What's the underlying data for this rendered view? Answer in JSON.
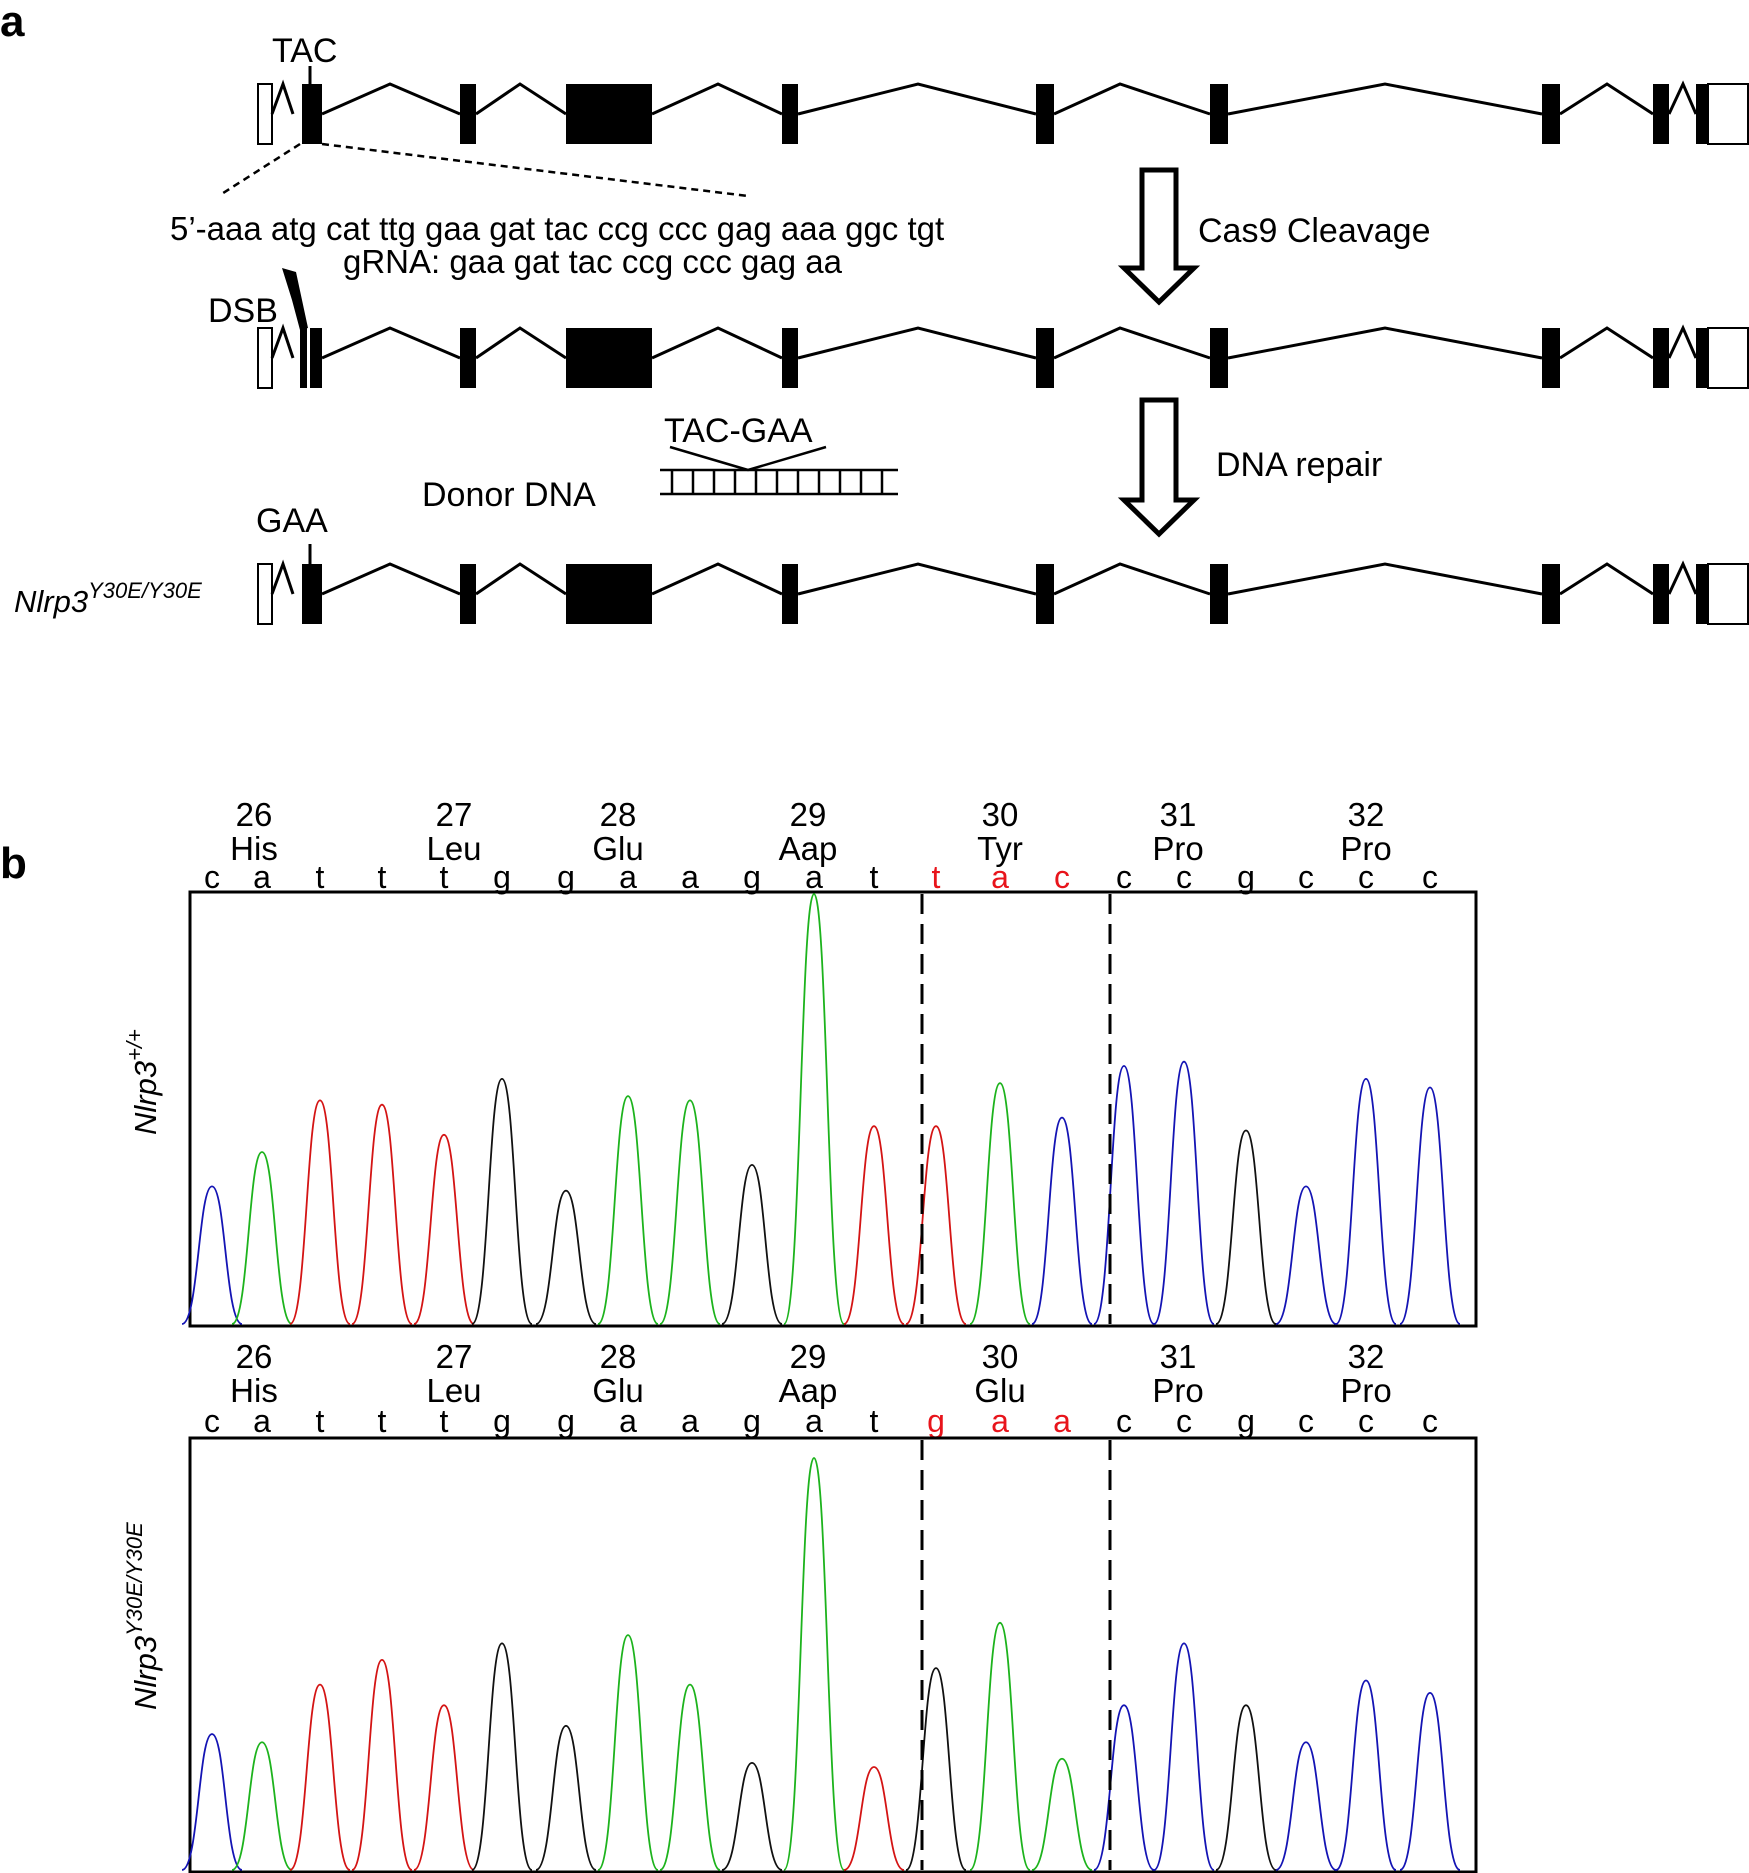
{
  "panel_a": {
    "letter": "a",
    "tac_label": "TAC",
    "sequence": "5’-aaa atg cat ttg gaa gat tac ccg ccc gag aaa ggc tgt",
    "grna": "gRNA: gaa gat tac ccg ccc gag aa",
    "dsb_label": "DSB",
    "cas9_label": "Cas9 Cleavage",
    "donor_label": "Donor DNA",
    "tac_gaa_label": "TAC-GAA",
    "repair_label": "DNA repair",
    "gaa_label": "GAA",
    "mutant_gene": "Nlrp3",
    "mutant_sup": "Y30E/Y30E"
  },
  "panel_b": {
    "letter": "b",
    "top": {
      "gene": "Nlrp3",
      "sup": "+/+",
      "codon_numbers": [
        "26",
        "27",
        "28",
        "29",
        "30",
        "31",
        "32"
      ],
      "codon_aas": [
        "His",
        "Leu",
        "Glu",
        "Aap",
        "Tyr",
        "Pro",
        "Pro"
      ],
      "bases": [
        "c",
        "a",
        "t",
        "t",
        "t",
        "g",
        "g",
        "a",
        "a",
        "g",
        "a",
        "t",
        "t",
        "a",
        "c",
        "c",
        "c",
        "g",
        "c",
        "c",
        "c"
      ],
      "highlight_color": "#e8141b"
    },
    "bottom": {
      "gene": "Nlrp3",
      "sup": "Y30E/Y30E",
      "codon_numbers": [
        "26",
        "27",
        "28",
        "29",
        "30",
        "31",
        "32"
      ],
      "codon_aas": [
        "His",
        "Leu",
        "Glu",
        "Aap",
        "Glu",
        "Pro",
        "Pro"
      ],
      "bases": [
        "c",
        "a",
        "t",
        "t",
        "t",
        "g",
        "g",
        "a",
        "a",
        "g",
        "a",
        "t",
        "g",
        "a",
        "a",
        "c",
        "c",
        "g",
        "c",
        "c",
        "c"
      ],
      "highlight_color": "#e8141b"
    },
    "trace_colors": {
      "a": "#1db31d",
      "c": "#1414b4",
      "g": "#111111",
      "t": "#d41414"
    },
    "top_peak_heights": [
      0.32,
      0.4,
      0.52,
      0.51,
      0.44,
      0.57,
      0.31,
      0.53,
      0.52,
      0.37,
      1.0,
      0.46,
      0.46,
      0.56,
      0.48,
      0.6,
      0.61,
      0.45,
      0.32,
      0.57,
      0.55
    ],
    "bottom_peak_heights": [
      0.33,
      0.31,
      0.45,
      0.51,
      0.4,
      0.55,
      0.35,
      0.57,
      0.45,
      0.26,
      1.0,
      0.25,
      0.49,
      0.6,
      0.27,
      0.4,
      0.55,
      0.4,
      0.31,
      0.46,
      0.43
    ]
  }
}
